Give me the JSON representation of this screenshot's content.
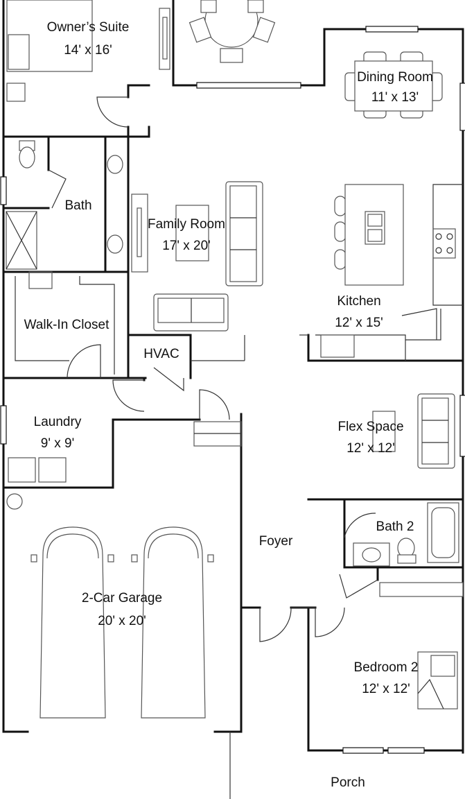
{
  "rooms": [
    {
      "name": "Owner’s Suite",
      "dims": "14' x 16'"
    },
    {
      "name": "Dining Room",
      "dims": "11' x 13'"
    },
    {
      "name": "Bath",
      "dims": ""
    },
    {
      "name": "Family Room",
      "dims": "17' x 20'"
    },
    {
      "name": "Kitchen",
      "dims": "12' x 15'"
    },
    {
      "name": "Walk-In Closet",
      "dims": ""
    },
    {
      "name": "HVAC",
      "dims": ""
    },
    {
      "name": "Laundry",
      "dims": "9' x 9'"
    },
    {
      "name": "Flex Space",
      "dims": "12' x 12'"
    },
    {
      "name": "Bath 2",
      "dims": ""
    },
    {
      "name": "Foyer",
      "dims": ""
    },
    {
      "name": "2-Car Garage",
      "dims": "20' x 20'"
    },
    {
      "name": "Bedroom 2",
      "dims": "12' x 12'"
    },
    {
      "name": "Porch",
      "dims": ""
    }
  ]
}
